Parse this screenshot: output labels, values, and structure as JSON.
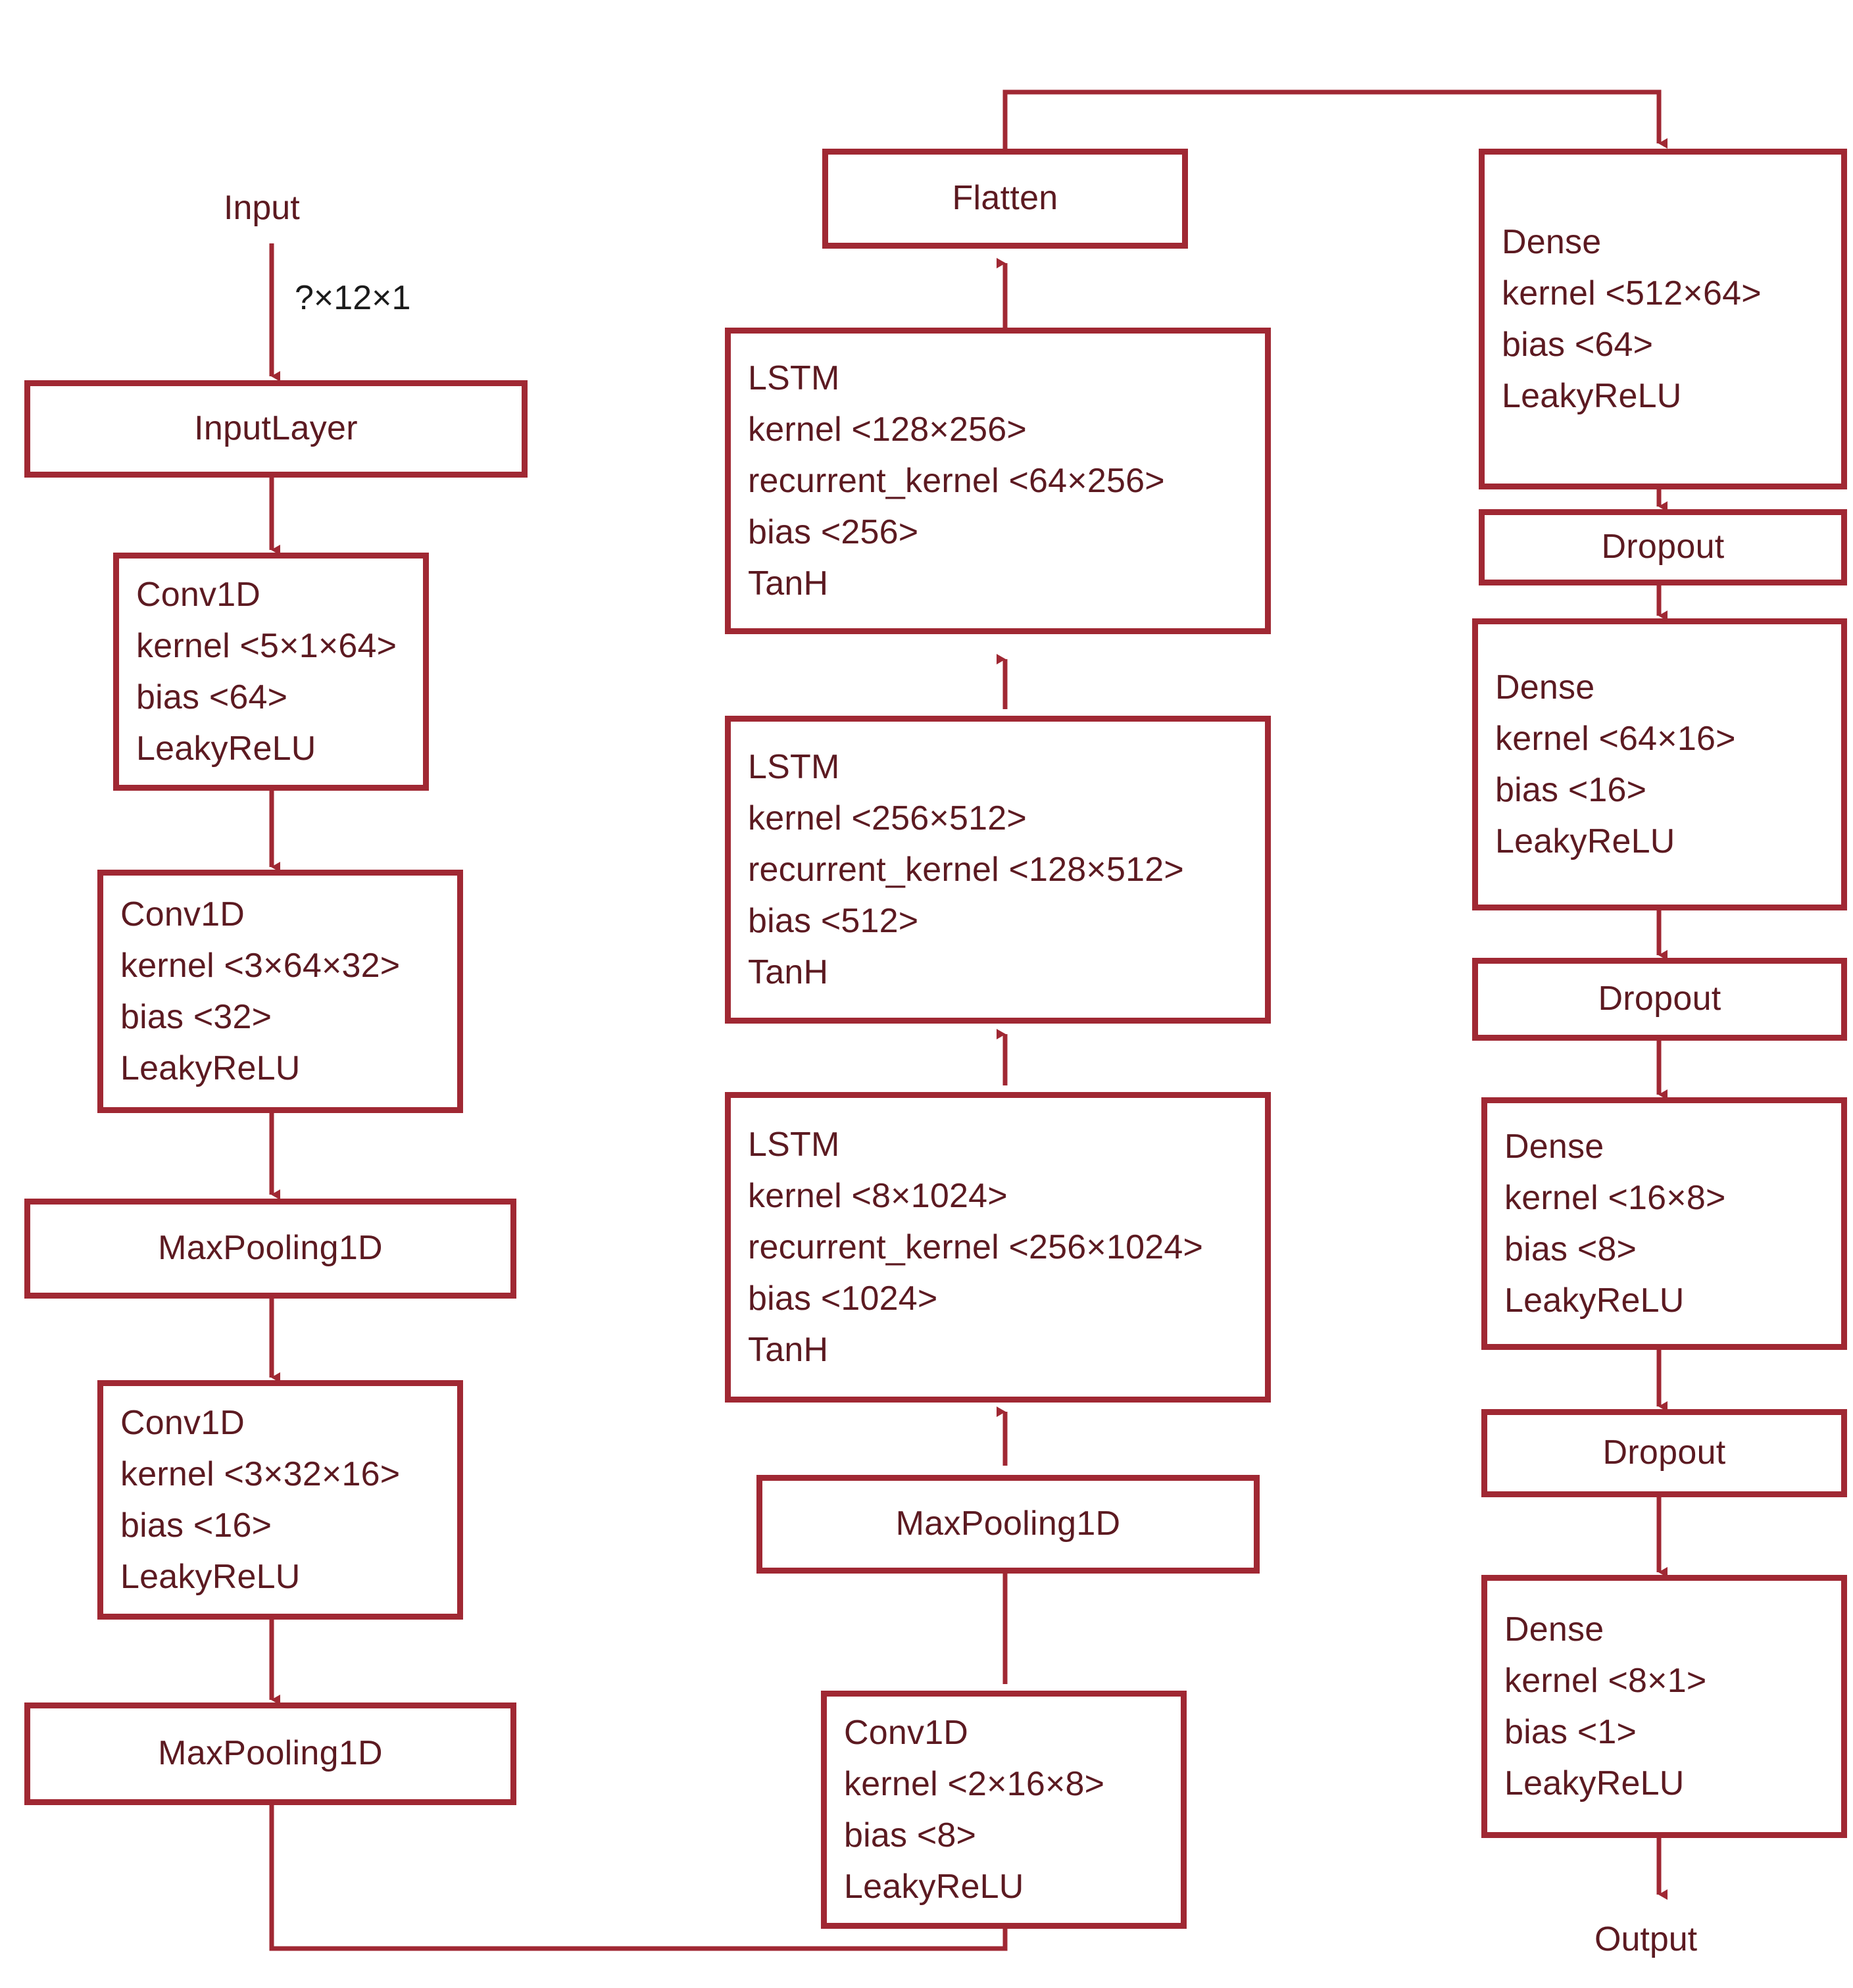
{
  "diagram": {
    "title_visible": false,
    "accent_color": "#A02833",
    "text_color": "#5C1A21",
    "edge_label_color": "#1a1a1a",
    "background": "#ffffff"
  },
  "labels": {
    "input": "Input",
    "input_shape": "?×12×1",
    "output": "Output"
  },
  "nodes": {
    "input_layer": {
      "title": "InputLayer"
    },
    "conv1d_1": {
      "title": "Conv1D",
      "kernel": "kernel <5×1×64>",
      "bias": "bias <64>",
      "activation": "LeakyReLU"
    },
    "conv1d_2": {
      "title": "Conv1D",
      "kernel": "kernel <3×64×32>",
      "bias": "bias <32>",
      "activation": "LeakyReLU"
    },
    "maxpool_1": {
      "title": "MaxPooling1D"
    },
    "conv1d_3": {
      "title": "Conv1D",
      "kernel": "kernel <3×32×16>",
      "bias": "bias <16>",
      "activation": "LeakyReLU"
    },
    "maxpool_2": {
      "title": "MaxPooling1D"
    },
    "conv1d_4": {
      "title": "Conv1D",
      "kernel": "kernel <2×16×8>",
      "bias": "bias <8>",
      "activation": "LeakyReLU"
    },
    "maxpool_3": {
      "title": "MaxPooling1D"
    },
    "lstm_1": {
      "title": "LSTM",
      "kernel": "kernel <8×1024>",
      "recurrent_kernel": "recurrent_kernel <256×1024>",
      "bias": "bias <1024>",
      "activation": "TanH"
    },
    "lstm_2": {
      "title": "LSTM",
      "kernel": "kernel <256×512>",
      "recurrent_kernel": "recurrent_kernel <128×512>",
      "bias": "bias <512>",
      "activation": "TanH"
    },
    "lstm_3": {
      "title": "LSTM",
      "kernel": "kernel <128×256>",
      "recurrent_kernel": "recurrent_kernel <64×256>",
      "bias": "bias <256>",
      "activation": "TanH"
    },
    "flatten": {
      "title": "Flatten"
    },
    "dense_1": {
      "title": "Dense",
      "kernel": "kernel <512×64>",
      "bias": "bias <64>",
      "activation": "LeakyReLU"
    },
    "dropout_1": {
      "title": "Dropout"
    },
    "dense_2": {
      "title": "Dense",
      "kernel": "kernel <64×16>",
      "bias": "bias <16>",
      "activation": "LeakyReLU"
    },
    "dropout_2": {
      "title": "Dropout"
    },
    "dense_3": {
      "title": "Dense",
      "kernel": "kernel <16×8>",
      "bias": "bias <8>",
      "activation": "LeakyReLU"
    },
    "dropout_3": {
      "title": "Dropout"
    },
    "dense_4": {
      "title": "Dense",
      "kernel": "kernel <8×1>",
      "bias": "bias <1>",
      "activation": "LeakyReLU"
    }
  }
}
